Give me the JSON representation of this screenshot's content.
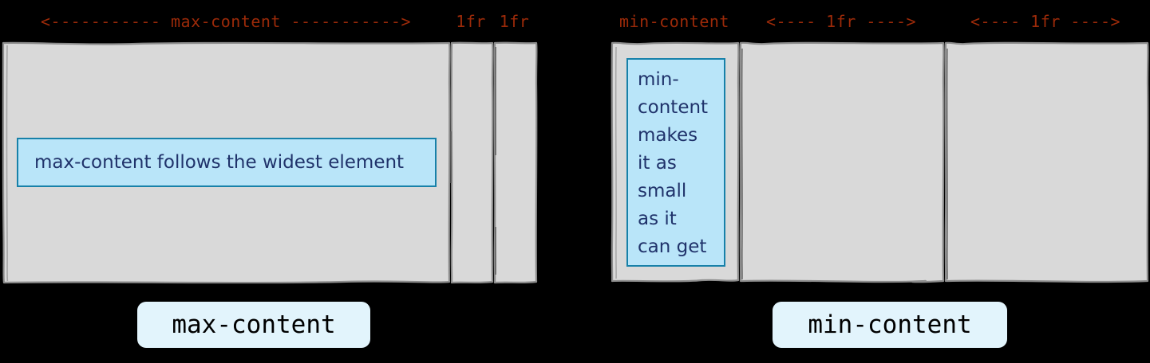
{
  "figure": {
    "background_color": "#000000",
    "accent_label_color": "#9c2a09",
    "track_fill_color": "#d9d9d9",
    "track_border_color": "#8c8c8c",
    "content_box_fill": "#b9e5f9",
    "content_box_border": "#1781a9",
    "content_text_color": "#20336b",
    "pill_fill": "#e2f4fc"
  },
  "panels": [
    {
      "id": "max-content-panel",
      "caption": "max-content",
      "column_labels": [
        "<----------- max-content ----------->",
        "1fr",
        "1fr"
      ],
      "content_box_text": "max-content follows the widest element"
    },
    {
      "id": "min-content-panel",
      "caption": "min-content",
      "column_labels": [
        "min-content",
        "<---- 1fr ---->",
        "<---- 1fr ---->"
      ],
      "content_box_lines": [
        "min-",
        "content",
        "makes",
        "it as",
        "small",
        "as it",
        "can get"
      ]
    }
  ]
}
